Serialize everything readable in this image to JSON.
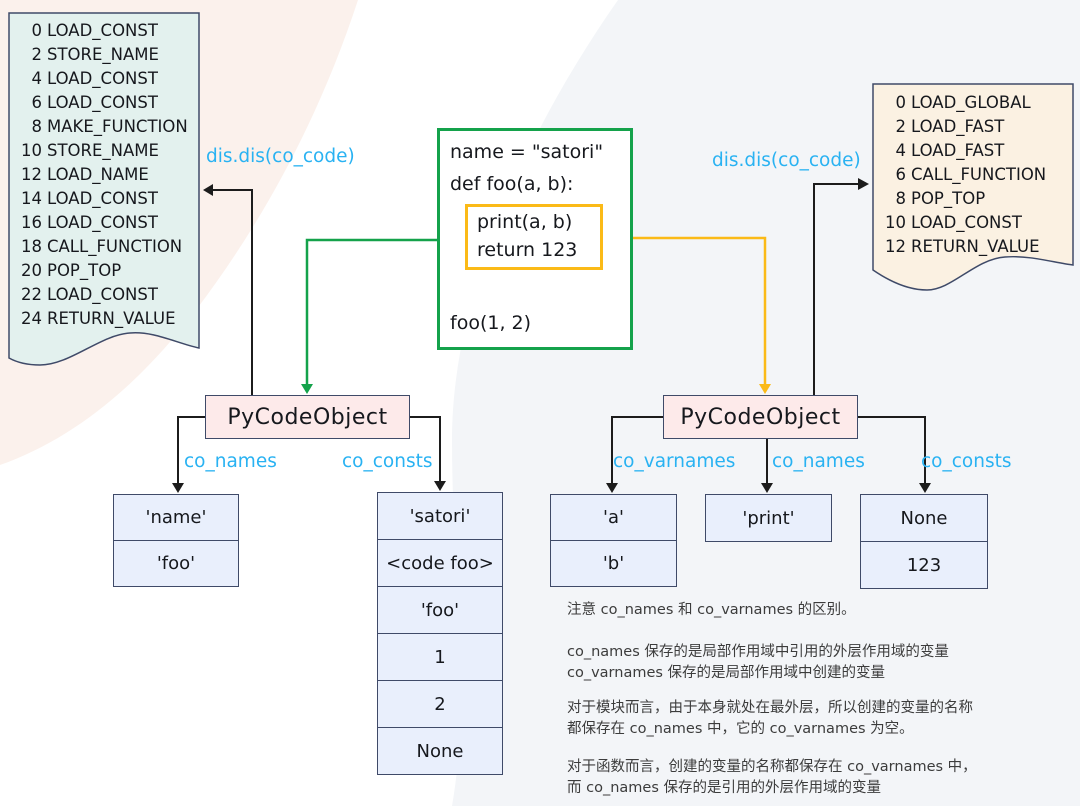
{
  "left_scroll": {
    "lines": [
      {
        "offset": "0",
        "op": "LOAD_CONST"
      },
      {
        "offset": "2",
        "op": "STORE_NAME"
      },
      {
        "offset": "4",
        "op": "LOAD_CONST"
      },
      {
        "offset": "6",
        "op": "LOAD_CONST"
      },
      {
        "offset": "8",
        "op": "MAKE_FUNCTION"
      },
      {
        "offset": "10",
        "op": "STORE_NAME"
      },
      {
        "offset": "12",
        "op": "LOAD_NAME"
      },
      {
        "offset": "14",
        "op": "LOAD_CONST"
      },
      {
        "offset": "16",
        "op": "LOAD_CONST"
      },
      {
        "offset": "18",
        "op": "CALL_FUNCTION"
      },
      {
        "offset": "20",
        "op": "POP_TOP"
      },
      {
        "offset": "22",
        "op": "LOAD_CONST"
      },
      {
        "offset": "24",
        "op": "RETURN_VALUE"
      }
    ]
  },
  "right_scroll": {
    "lines": [
      {
        "offset": "0",
        "op": "LOAD_GLOBAL"
      },
      {
        "offset": "2",
        "op": "LOAD_FAST"
      },
      {
        "offset": "4",
        "op": "LOAD_FAST"
      },
      {
        "offset": "6",
        "op": "CALL_FUNCTION"
      },
      {
        "offset": "8",
        "op": "POP_TOP"
      },
      {
        "offset": "10",
        "op": "LOAD_CONST"
      },
      {
        "offset": "12",
        "op": "RETURN_VALUE"
      }
    ]
  },
  "code_box": {
    "lines": [
      "name = \"satori\"",
      "def foo(a, b):",
      "foo(1, 2)"
    ],
    "highlight_lines": [
      "print(a, b)",
      "return 123"
    ]
  },
  "labels": {
    "dis_left": "dis.dis(co_code)",
    "dis_right": "dis.dis(co_code)",
    "module_co_names": "co_names",
    "module_co_consts": "co_consts",
    "func_co_varnames": "co_varnames",
    "func_co_names": "co_names",
    "func_co_consts": "co_consts"
  },
  "module_pycodeobject": {
    "title": "PyCodeObject",
    "co_names": [
      "'name'",
      "'foo'"
    ],
    "co_consts": [
      "'satori'",
      "<code foo>",
      "'foo'",
      "1",
      "2",
      "None"
    ]
  },
  "function_pycodeobject": {
    "title": "PyCodeObject",
    "co_varnames": [
      "'a'",
      "'b'"
    ],
    "co_names": [
      "'print'"
    ],
    "co_consts": [
      "None",
      "123"
    ]
  },
  "notes": {
    "p1_l1": "注意 co_names 和 co_varnames 的区别。",
    "p2_l1": "co_names 保存的是局部作用域中引用的外层作用域的变量",
    "p2_l2": "co_varnames 保存的是局部作用域中创建的变量",
    "p3_l1": "对于模块而言，由于本身就处在最外层，所以创建的变量的名称",
    "p3_l2": "都保存在 co_names 中，它的 co_varnames 为空。",
    "p4_l1": "对于函数而言，创建的变量的名称都保存在 co_varnames 中，",
    "p4_l2": "而 co_names 保存的是引用的外层作用域的变量"
  },
  "colors": {
    "accent_cyan": "#29b2f2",
    "accent_green": "#14a24b",
    "accent_yellow": "#fbba17",
    "scroll_left_bg": "#e3f1ee",
    "scroll_right_bg": "#fbf1e2",
    "pyc_bg": "#fdeaea",
    "cell_bg": "#e9effc",
    "box_border": "#3f4a68"
  }
}
